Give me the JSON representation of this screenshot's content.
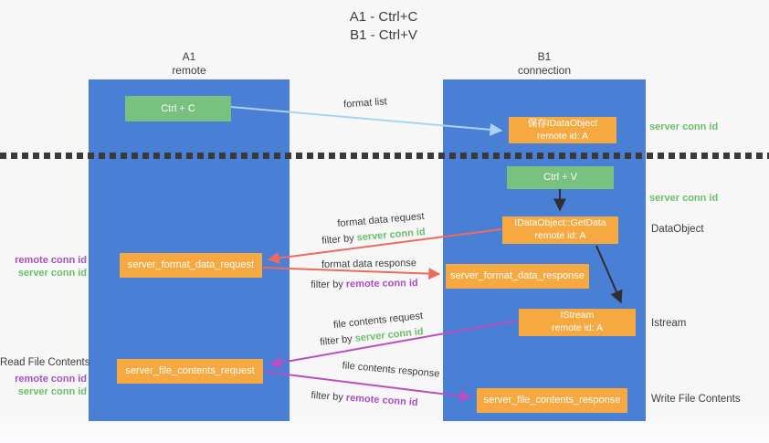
{
  "title": {
    "line1": "A1 - Ctrl+C",
    "line2": "B1 - Ctrl+V"
  },
  "columns": {
    "left": {
      "name": "A1",
      "subtitle": "remote"
    },
    "right": {
      "name": "B1",
      "subtitle": "connection"
    }
  },
  "nodes": {
    "ctrl_c": "Ctrl + C",
    "save_idataobject": {
      "line1": "保存IDataObject",
      "line2": "remote id: A"
    },
    "ctrl_v": "Ctrl + V",
    "getdata": {
      "line1": "IDataObject::GetData",
      "line2": "remote id: A"
    },
    "format_request": "server_format_data_request",
    "format_response": "server_format_data_response",
    "istream": {
      "line1": "IStream",
      "line2": "remote id: A"
    },
    "file_request": "server_file_contents_request",
    "file_response": "server_file_contents_response"
  },
  "edge_labels": {
    "format_list": "format list",
    "format_data_request": "format data request",
    "format_data_response": "format data response",
    "file_contents_request": "file contents request",
    "file_contents_response": "file contents response",
    "filter_by": "filter by ",
    "server_conn_id": "server conn id",
    "remote_conn_id": "remote conn id"
  },
  "side_labels": {
    "right_server_conn_id_top": "server conn id",
    "right_server_conn_id_mid": "server conn id",
    "dataobject": "DataObject",
    "istream": "Istream",
    "write_file_contents": "Write File Contents",
    "read_file_contents": "Read File Contents",
    "left_remote_conn_id_1": "remote conn id",
    "left_server_conn_id_1": "server conn id",
    "left_remote_conn_id_2": "remote conn id",
    "left_server_conn_id_2": "server conn id"
  },
  "colors": {
    "column_blue": "#4a7fd6",
    "box_orange": "#f7a941",
    "box_green": "#79c17e",
    "arrow_red": "#ee6a5f",
    "arrow_magenta": "#bb4ec0",
    "arrow_lightblue": "#a9d3f0",
    "arrow_black": "#2f2f2f",
    "text_green": "#6abf69",
    "text_purple": "#a94fc0",
    "text_dark": "#3d3d3d"
  }
}
